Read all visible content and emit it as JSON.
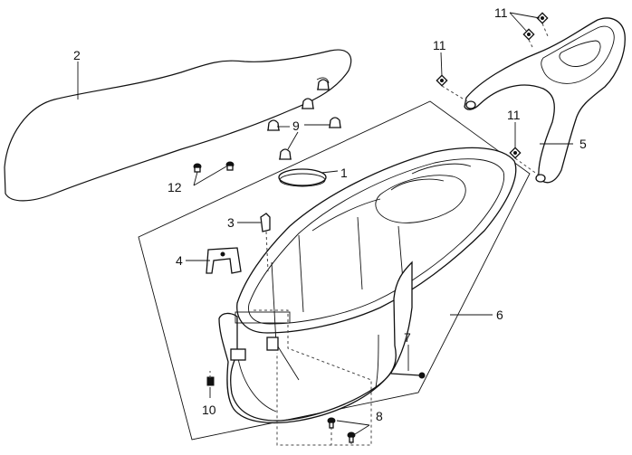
{
  "callouts": {
    "c1": "1",
    "c2": "2",
    "c3": "3",
    "c4": "4",
    "c5": "5",
    "c6": "6",
    "c7": "7",
    "c8": "8",
    "c9": "9",
    "c10": "10",
    "c11a": "11",
    "c11b": "11",
    "c11c": "11",
    "c12": "12"
  }
}
